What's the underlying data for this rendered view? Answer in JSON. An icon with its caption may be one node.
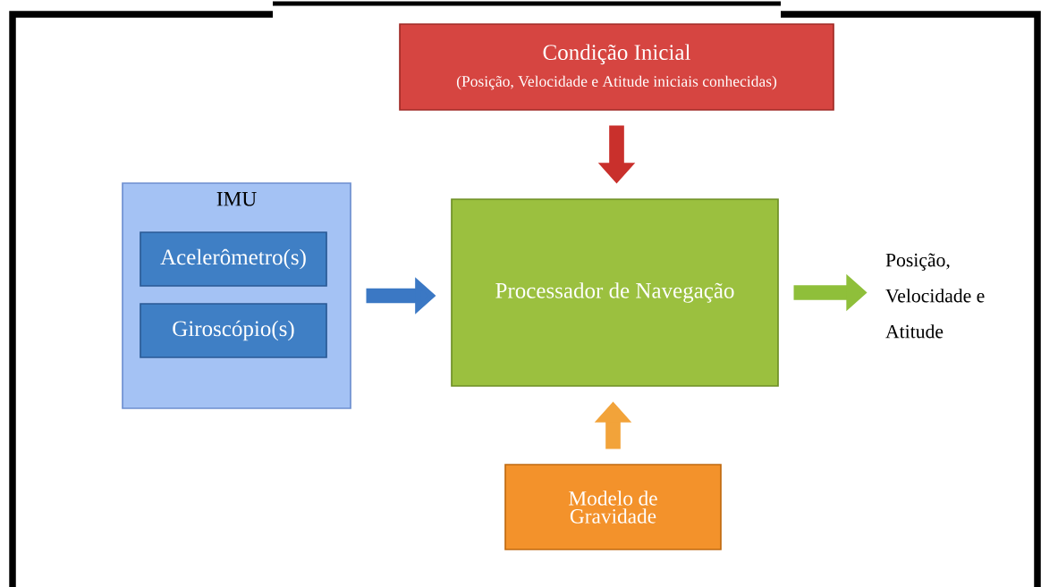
{
  "diagram": {
    "nodes": [
      {
        "text": [
          "Condição Inicial",
          "(Posição, Velocidade e Atitude iniciais conhecidas)"
        ]
      },
      {
        "text": [
          "IMU"
        ]
      },
      {
        "text": [
          "Acelerômetro(s)"
        ],
        "in": 1
      },
      {
        "text": [
          "Giroscópio(s)"
        ],
        "in": 1
      },
      {
        "text": [
          "Processador de Navegação"
        ]
      },
      {
        "text": [
          "Modelo de Gravidade"
        ]
      },
      {
        "text": [
          "Posição, Velocidade e Atitude"
        ]
      }
    ],
    "edges": [
      {
        "from": 0,
        "to": 4,
        "arrow": "to",
        "color": "#c9302c"
      },
      {
        "from": 1,
        "to": 4,
        "arrow": "to",
        "color": "#3b78c4"
      },
      {
        "from": 4,
        "to": 6,
        "arrow": "to",
        "color": "#8fbf3a"
      },
      {
        "from": 5,
        "to": 4,
        "arrow": "to",
        "color": "#f2a33a"
      }
    ]
  }
}
